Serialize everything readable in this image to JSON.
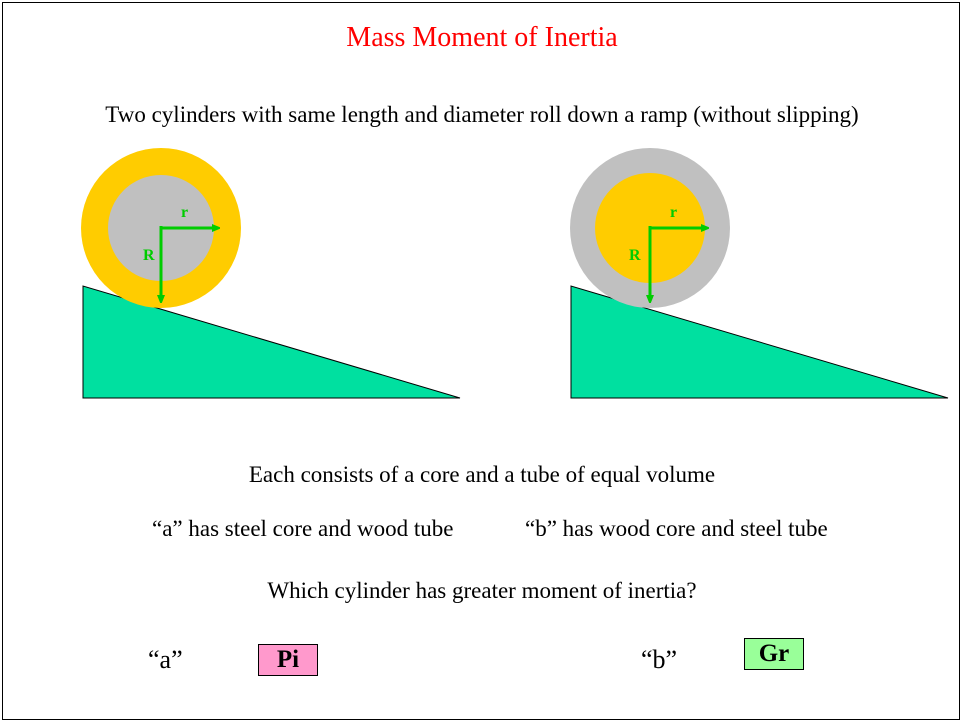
{
  "title": "Mass Moment of Inertia",
  "intro": "Two cylinders with same length and diameter roll down a ramp (without slipping)",
  "diagram": {
    "left": {
      "inner_label": "r",
      "outer_label": "R",
      "core_color": "#c0c0c0",
      "tube_color": "#ffcc00"
    },
    "right": {
      "inner_label": "r",
      "outer_label": "R",
      "core_color": "#ffcc00",
      "tube_color": "#c0c0c0"
    },
    "ramp_color": "#00e0a0",
    "arrow_color": "#00cc00"
  },
  "description": "Each consists of a core and a tube of equal volume",
  "option_a_desc": "“a” has steel core and wood tube",
  "option_b_desc": "“b” has wood core and steel tube",
  "question": "Which cylinder has greater moment of inertia?",
  "answers": {
    "a": {
      "label": "“a”",
      "badge": "Pi",
      "badge_color": "#ff99cc"
    },
    "b": {
      "label": "“b”",
      "badge": "Gr",
      "badge_color": "#99ff99"
    }
  }
}
